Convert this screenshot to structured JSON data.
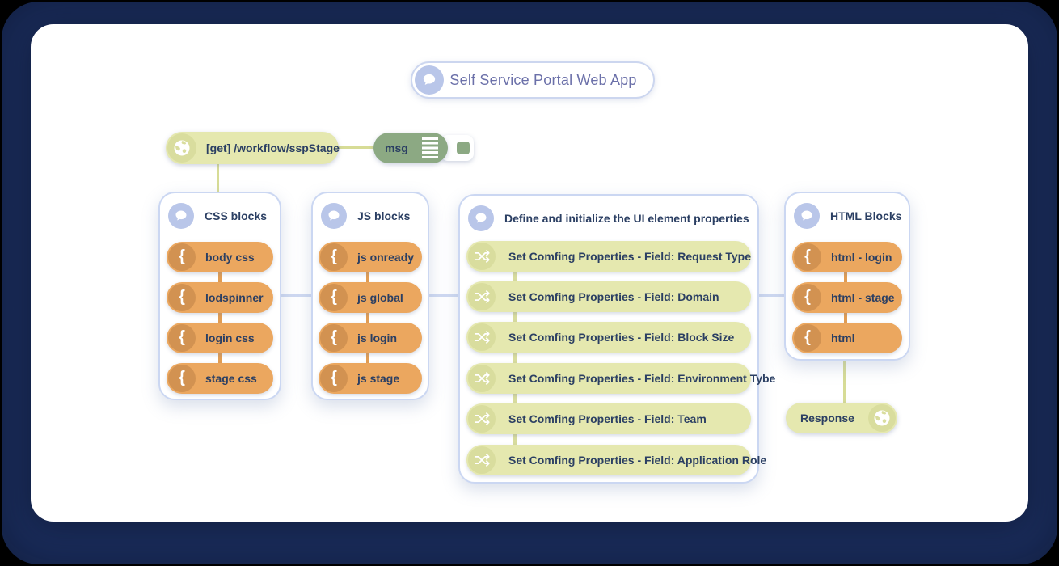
{
  "diagram": {
    "title": "Self Service Portal Web App",
    "http_in": {
      "label": "[get] /workflow/sspStage"
    },
    "debug": {
      "label": "msg"
    },
    "groups": [
      {
        "title": "CSS blocks",
        "nodes": [
          {
            "label": "body css"
          },
          {
            "label": "lodspinner"
          },
          {
            "label": "login css"
          },
          {
            "label": "stage css"
          }
        ]
      },
      {
        "title": "JS blocks",
        "nodes": [
          {
            "label": "js onready"
          },
          {
            "label": "js global"
          },
          {
            "label": "js login"
          },
          {
            "label": "js stage"
          }
        ]
      },
      {
        "title": "Define and initialize the UI element properties",
        "nodes": [
          {
            "label": "Set Comfing Properties - Field: Request Type"
          },
          {
            "label": "Set Comfing Properties - Field: Domain"
          },
          {
            "label": "Set Comfing Properties - Field: Block Size"
          },
          {
            "label": "Set Comfing Properties - Field: Environment Tybe"
          },
          {
            "label": "Set Comfing Properties - Field: Team"
          },
          {
            "label": "Set Comfing Properties - Field: Application Role"
          }
        ]
      },
      {
        "title": "HTML Blocks",
        "nodes": [
          {
            "label": "html - login"
          },
          {
            "label": "html - stage"
          },
          {
            "label": "html"
          }
        ]
      }
    ],
    "response": {
      "label": "Response"
    },
    "icons": {
      "group_header": "comment-bubble-icon",
      "http_nodes": "globe-icon",
      "code_nodes": "curly-brace-icon",
      "set_nodes": "shuffle-icon",
      "debug_node": "list-lines-icon"
    },
    "colors": {
      "page_background": "#1b2e5f",
      "card": "#ffffff",
      "code_node": "#eba75f",
      "code_node_icon": "#d29251",
      "set_node": "#e5e8af",
      "set_node_icon": "#d9dd9e",
      "debug_node": "#8ca983",
      "group_icon": "#b9c6e9",
      "group_border": "#cbd7f2",
      "wire_green": "#d7dc96",
      "wire_blue": "#cfd9f1",
      "label_text": "#2b3f63",
      "title_text": "#6b70a9"
    }
  }
}
